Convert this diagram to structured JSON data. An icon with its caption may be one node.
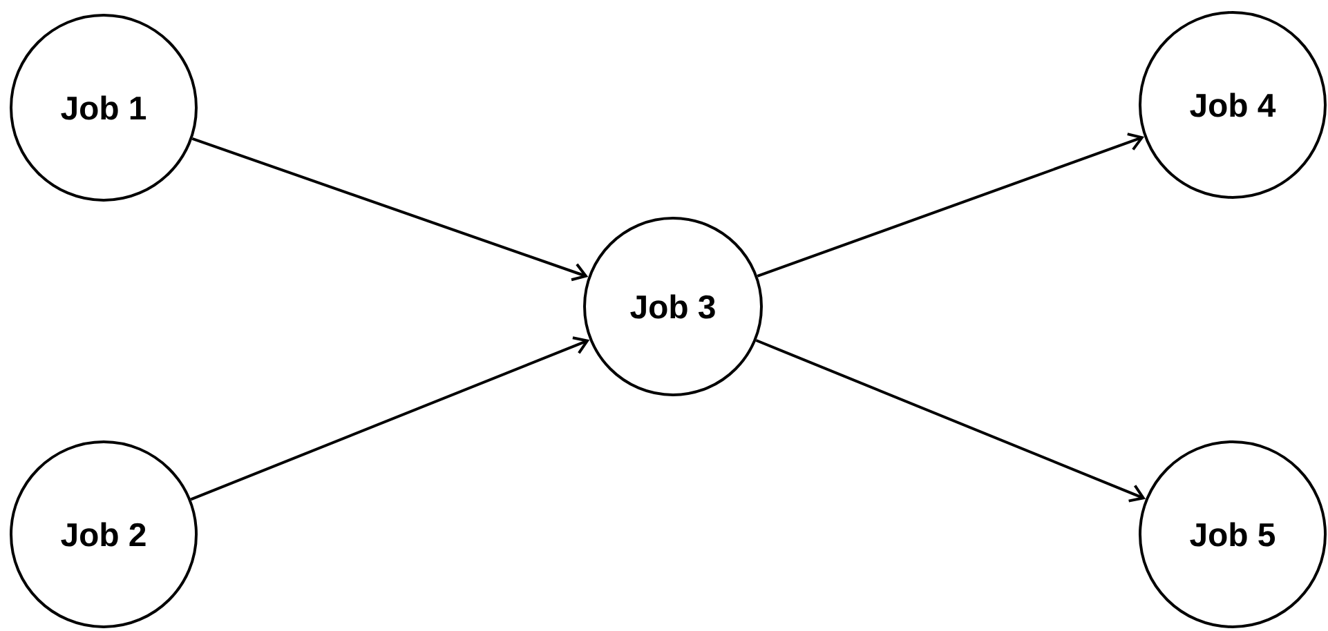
{
  "diagram": {
    "nodes": [
      {
        "text": [
          "Job 1"
        ]
      },
      {
        "text": [
          "Job 2"
        ]
      },
      {
        "text": [
          "Job 3"
        ]
      },
      {
        "text": [
          "Job 4"
        ]
      },
      {
        "text": [
          "Job 5"
        ]
      }
    ],
    "edges": [
      {
        "from": 0,
        "to": 2,
        "arrow": "to"
      },
      {
        "from": 1,
        "to": 2,
        "arrow": "to"
      },
      {
        "from": 2,
        "to": 3,
        "arrow": "to"
      },
      {
        "from": 2,
        "to": 4,
        "arrow": "to"
      }
    ]
  }
}
